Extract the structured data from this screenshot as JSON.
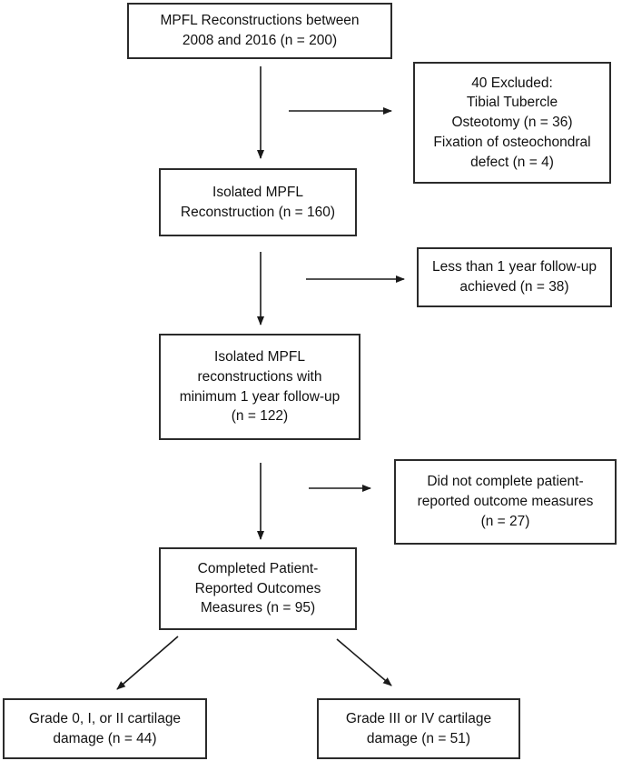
{
  "diagram": {
    "boxes": {
      "total": "MPFL Reconstructions between\n2008 and 2016 (n = 200)",
      "excluded": "40 Excluded:\nTibial Tubercle\nOsteotomy (n = 36)\nFixation of osteochondral\ndefect (n = 4)",
      "isolated": "Isolated MPFL\nReconstruction (n = 160)",
      "less_than_1yr": "Less than 1 year follow-up\nachieved (n = 38)",
      "min_1yr": "Isolated MPFL\nreconstructions with\nminimum 1 year follow-up\n(n = 122)",
      "no_proms": "Did not complete patient-\nreported outcome measures\n(n = 27)",
      "completed": "Completed Patient-\nReported Outcomes\nMeasures (n = 95)",
      "grade_0_2": "Grade 0, I, or II cartilage\ndamage (n = 44)",
      "grade_3_4": "Grade III or IV cartilage\ndamage (n = 51)"
    },
    "counts": {
      "total_reconstructions": 200,
      "excluded": 40,
      "tibial_tubercle_osteotomy": 36,
      "osteochondral_defect_fixation": 4,
      "isolated_reconstruction": 160,
      "less_than_1yr_followup": 38,
      "min_1yr_followup": 122,
      "did_not_complete_measures": 27,
      "completed_measures": 95,
      "grade_0_1_2_damage": 44,
      "grade_3_4_damage": 51
    },
    "colors": {
      "background": "#ffffff",
      "border": "#2b2b2b",
      "text": "#111111",
      "arrow": "#1a1a1a"
    }
  }
}
